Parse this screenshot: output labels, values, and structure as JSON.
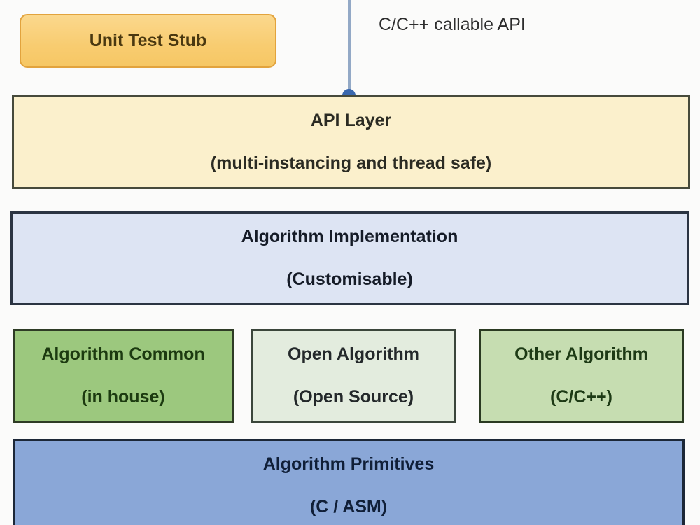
{
  "colors": {
    "background": "#fbfbfa",
    "unit_test_stub_fill": "#f8cc70",
    "unit_test_stub_border": "#e2a33d",
    "api_layer_fill": "#fbf0cc",
    "implementation_fill": "#dde4f3",
    "algorithm_common_fill": "#9cc87e",
    "open_algorithm_fill": "#e3ecde",
    "other_algorithm_fill": "#c6ddb1",
    "primitives_fill": "#8aa7d7",
    "connector_line": "#93a9c6",
    "connector_dot": "#3a68ae"
  },
  "callout": {
    "unit_test_stub": "Unit Test Stub",
    "api_label": "C/C++ callable API"
  },
  "layers": {
    "api": {
      "title": "API Layer",
      "subtitle": "(multi-instancing and thread safe)"
    },
    "implementation": {
      "title": "Algorithm Implementation",
      "subtitle": "(Customisable)"
    },
    "algorithms": [
      {
        "title": "Algorithm Common",
        "subtitle": "(in house)"
      },
      {
        "title": "Open Algorithm",
        "subtitle": "(Open Source)"
      },
      {
        "title": "Other Algorithm",
        "subtitle": "(C/C++)"
      }
    ],
    "primitives": {
      "title": "Algorithm Primitives",
      "subtitle": "(C / ASM)"
    }
  }
}
